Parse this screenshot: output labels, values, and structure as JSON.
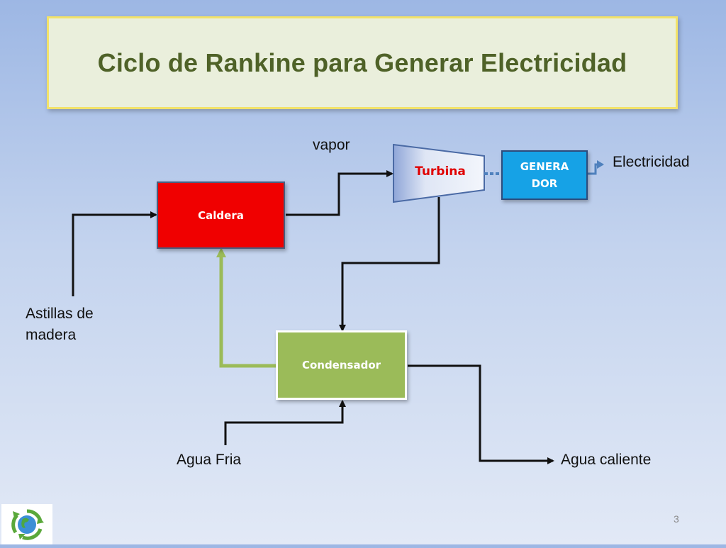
{
  "title": "Ciclo de Rankine para Generar Electricidad",
  "nodes": {
    "caldera": "Caldera",
    "turbina": "Turbina",
    "generador_line1": "GENERA",
    "generador_line2": "DOR",
    "condensador": "Condensador"
  },
  "labels": {
    "vapor": "vapor",
    "electricidad": "Electricidad",
    "astillas_line1": "Astillas de",
    "astillas_line2": "madera",
    "agua_fria": "Agua Fria",
    "agua_caliente": "Agua caliente"
  },
  "page_number": "3",
  "colors": {
    "title_text": "#4f6228",
    "caldera": "#f00000",
    "condensador": "#9bbb59",
    "generador": "#16a2e6",
    "turbina_text": "#e00000",
    "return_arrow": "#9bbb59",
    "generator_link": "#4f81bd"
  },
  "icons": {
    "logo": "recycle-globe-logo"
  }
}
